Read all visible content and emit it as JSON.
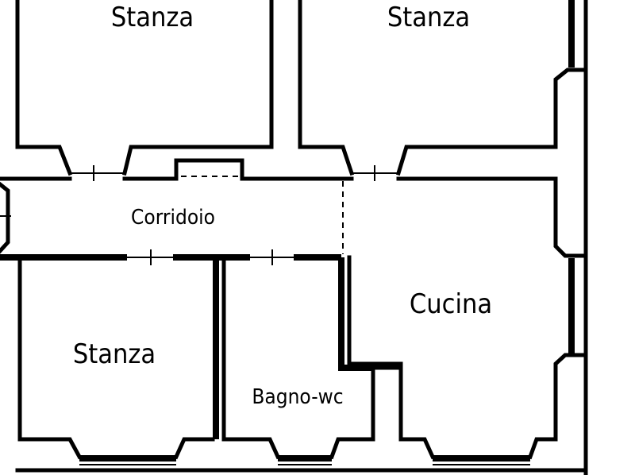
{
  "rooms": {
    "top_left": "Stanza",
    "top_right": "Stanza",
    "corridor": "Corridoio",
    "bottom_left": "Stanza",
    "bathroom": "Bagno-wc",
    "kitchen": "Cucina"
  }
}
